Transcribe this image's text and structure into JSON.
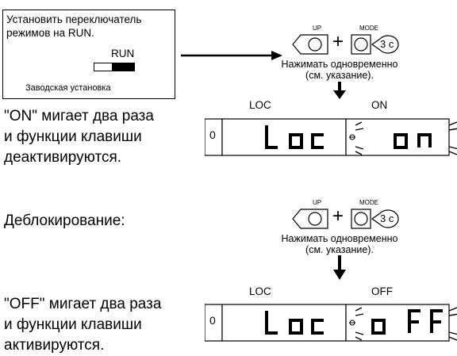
{
  "switch_box": {
    "instruction_line1": "Установить переключатель",
    "instruction_line2": "режимов на RUN.",
    "run_label": "RUN",
    "factory_label": "Заводская установка"
  },
  "buttons": {
    "up_label": "UP",
    "mode_label": "MODE",
    "plus_sign": "+",
    "hold_time": "3 с"
  },
  "press_note": {
    "line1": "Нажимать одновременно",
    "line2": "(см. указание)."
  },
  "lock_section": {
    "caption_line1": "\"ON\" мигает два раза",
    "caption_line2": "и функции клавиши",
    "caption_line3": "деактивируются.",
    "left_display_label": "LOC",
    "right_display_label": "ON",
    "left_display_value": "Loc",
    "right_display_value": "on"
  },
  "unlock_section": {
    "heading": "Деблокирование:",
    "caption_line1": "\"OFF\" мигает два раза",
    "caption_line2": "и функции клавиши",
    "caption_line3": "активируются.",
    "left_display_label": "LOC",
    "right_display_label": "OFF",
    "left_display_value": "Loc",
    "right_display_value": "oFF"
  },
  "indicator_symbol": "0",
  "colors": {
    "ink": "#000000",
    "background": "#ffffff"
  }
}
